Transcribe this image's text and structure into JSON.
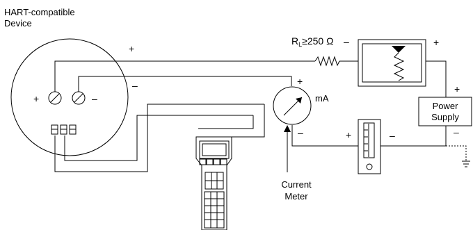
{
  "device": {
    "label_line1": "HART-compatible",
    "label_line2": "Device",
    "terminal_plus": "+",
    "terminal_minus": "–",
    "loop_plus": "+",
    "loop_minus": "–"
  },
  "resistor": {
    "label_main": "R",
    "label_sub": "L",
    "label_value": "≥250 Ω",
    "minus": "–",
    "plus": "+"
  },
  "power_supply": {
    "label_line1": "Power",
    "label_line2": "Supply",
    "plus": "+",
    "minus": "–"
  },
  "meter": {
    "unit": "mA",
    "plus": "+",
    "minus": "–",
    "label_line1": "Current",
    "label_line2": "Meter"
  },
  "flow_gauge": {
    "plus": "+",
    "minus": "–"
  }
}
